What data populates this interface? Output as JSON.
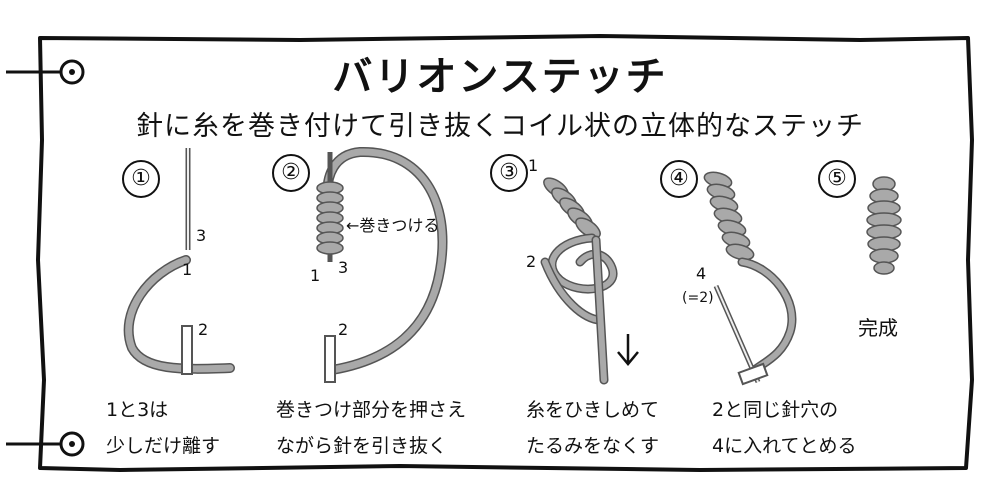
{
  "title": "バリオンステッチ",
  "subtitle": "針に糸を巻き付けて引き抜くコイル状の立体的なステッチ",
  "steps": [
    {
      "number": "①",
      "labels": [
        "3",
        "1",
        "2"
      ],
      "caption": [
        "1と3は",
        "少しだけ離す"
      ]
    },
    {
      "number": "②",
      "labels": [
        "1",
        "3",
        "2"
      ],
      "note": "←巻きつける",
      "caption": [
        "巻きつけ部分を押さえ",
        "ながら針を引き抜く"
      ]
    },
    {
      "number": "③",
      "labels": [
        "1",
        "2"
      ],
      "caption": [
        "糸をひきしめて",
        "たるみをなくす"
      ]
    },
    {
      "number": "④",
      "labels": [
        "4",
        "(=2)"
      ],
      "caption": [
        "2と同じ針穴の",
        "4に入れてとめる"
      ]
    },
    {
      "number": "⑤",
      "done": "完成"
    }
  ],
  "colors": {
    "thread": "#a9a9a9",
    "thread_outline": "#555555",
    "ink": "#111111"
  }
}
